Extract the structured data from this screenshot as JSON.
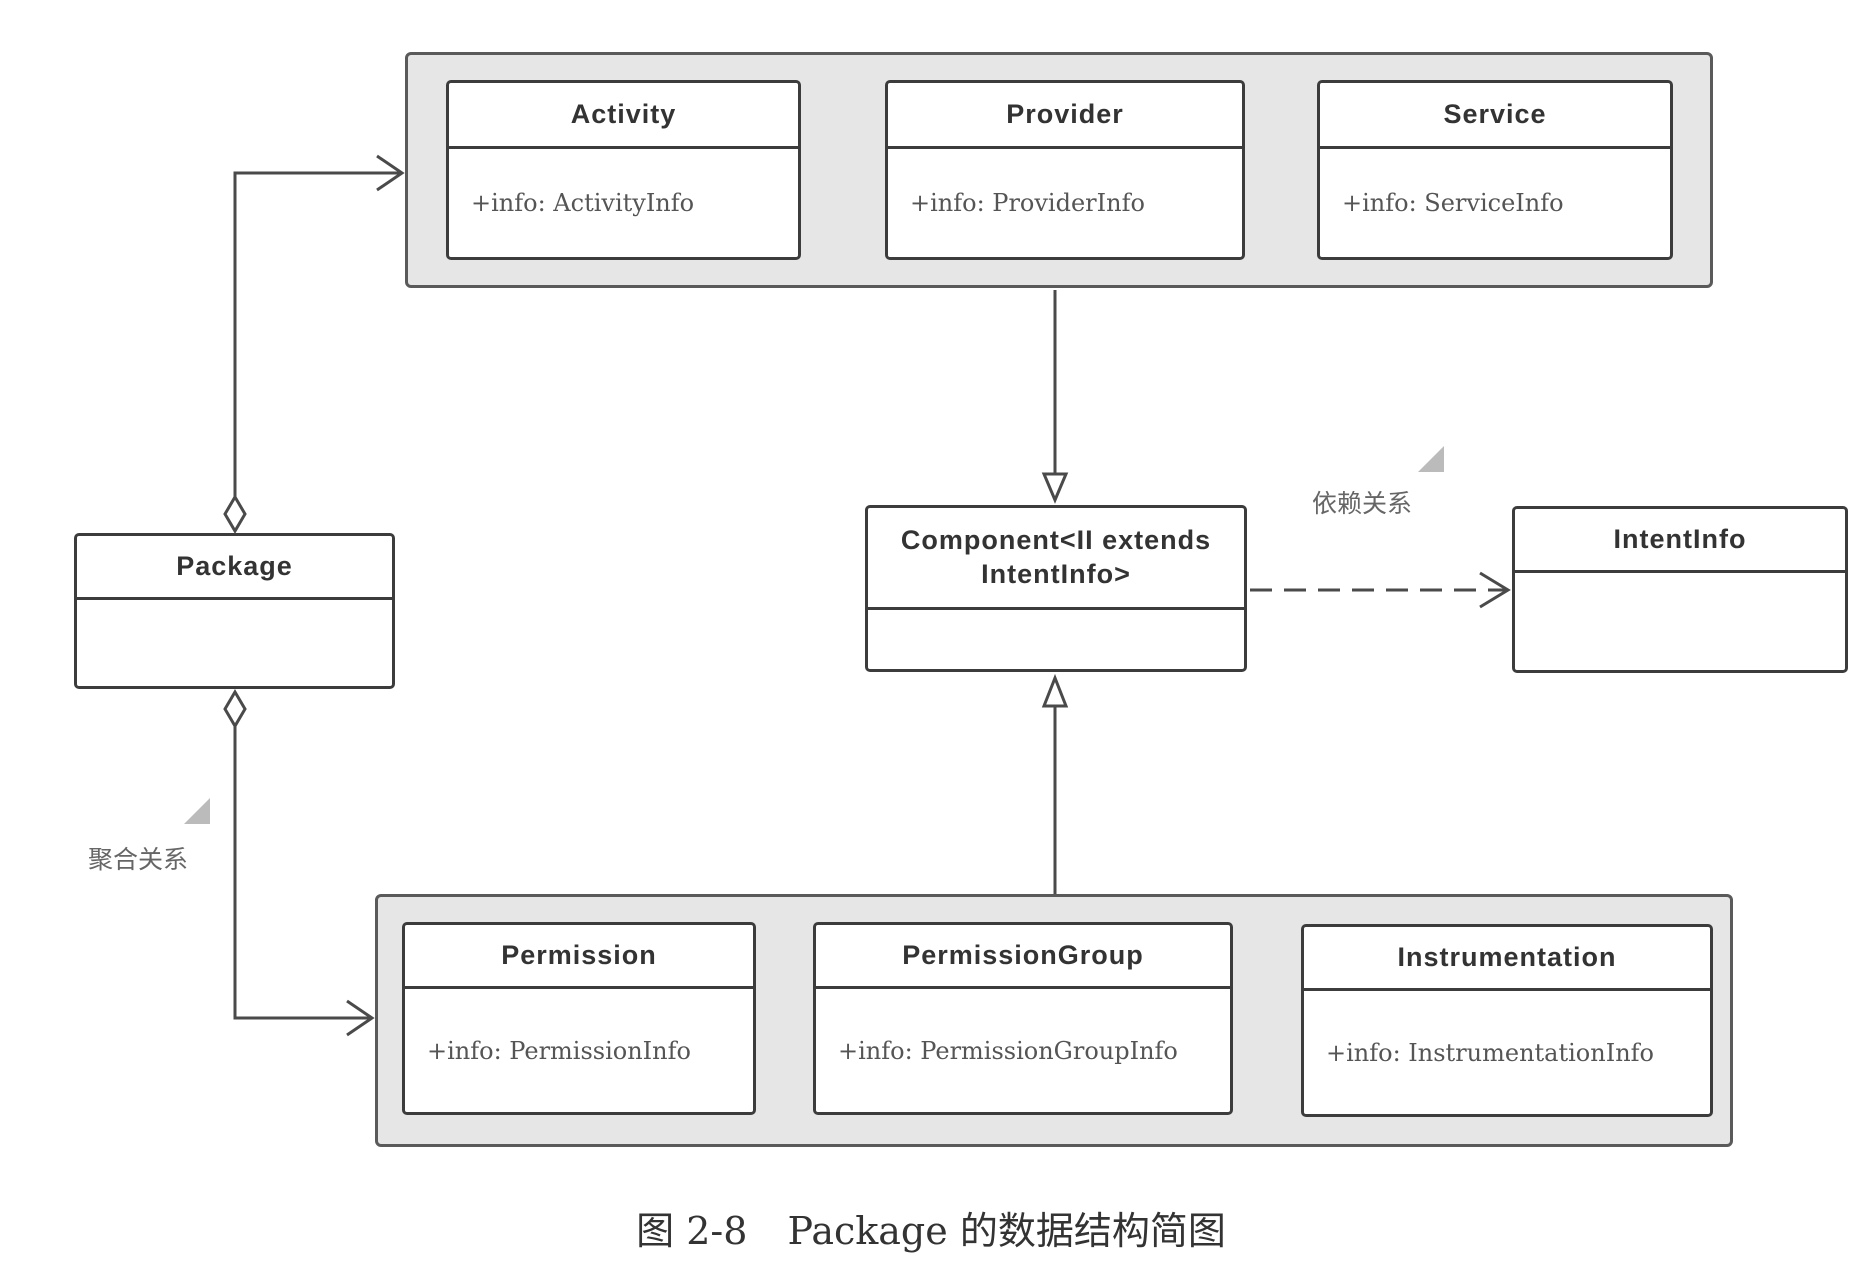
{
  "classes": {
    "activity": {
      "name": "Activity",
      "attr": "+info: ActivityInfo"
    },
    "provider": {
      "name": "Provider",
      "attr": "+info: ProviderInfo"
    },
    "service": {
      "name": "Service",
      "attr": "+info: ServiceInfo"
    },
    "package": {
      "name": "Package"
    },
    "component": {
      "name_line1": "Component<II extends",
      "name_line2": "IntentInfo>"
    },
    "intentinfo": {
      "name": "IntentInfo"
    },
    "permission": {
      "name": "Permission",
      "attr": "+info: PermissionInfo"
    },
    "permission_group": {
      "name": "PermissionGroup",
      "attr": "+info: PermissionGroupInfo"
    },
    "instrumentation": {
      "name": "Instrumentation",
      "attr": "+info: InstrumentationInfo"
    }
  },
  "notes": {
    "dependency": "依赖关系",
    "aggregation": "聚合关系"
  },
  "caption": {
    "number": "图 2-8",
    "text": "Package 的数据结构简图"
  },
  "colors": {
    "line": "#4a4a4a",
    "group_fill": "#e6e6e6"
  }
}
